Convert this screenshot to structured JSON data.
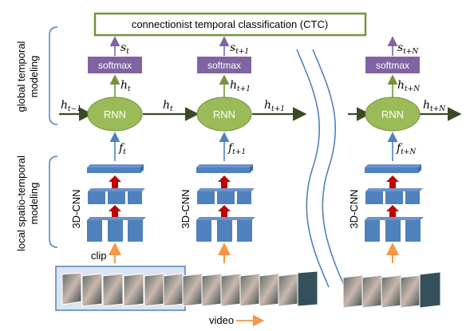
{
  "header": {
    "ctc_label": "connectionist temporal classification (CTC)"
  },
  "side_labels": {
    "global_line1": "global temporal",
    "global_line2": "modeling",
    "local_line1": "local spatio-temporal",
    "local_line2": "modeling"
  },
  "columns": [
    {
      "softmax": "softmax",
      "rnn": "RNN",
      "cnn": "3D-CNN",
      "s_main": "s",
      "s_sub": "t",
      "h_main": "h",
      "h_sub": "t",
      "f_main": "f",
      "f_sub": "t"
    },
    {
      "softmax": "softmax",
      "rnn": "RNN",
      "cnn": "3D-CNN",
      "s_main": "s",
      "s_sub": "t+1",
      "h_main": "h",
      "h_sub": "t+1",
      "f_main": "f",
      "f_sub": "t+1"
    },
    {
      "softmax": "softmax",
      "rnn": "RNN",
      "cnn": "3D-CNN",
      "s_main": "s",
      "s_sub": "t+N",
      "h_main": "h",
      "h_sub": "t+N",
      "f_main": "f",
      "f_sub": "t+N"
    }
  ],
  "flow_labels": {
    "h_in_main": "h",
    "h_in_sub": "t−1",
    "h_1_main": "h",
    "h_1_sub": "t",
    "h_2_main": "h",
    "h_2_sub": "t+1",
    "h_out_main": "h",
    "h_out_sub": "t+N"
  },
  "bottom": {
    "clip_label": "clip",
    "video_label": "video"
  },
  "colors": {
    "ctc_border": "#6f9a3d",
    "softmax_fill": "#8064a2",
    "rnn_fill": "#9bbb59",
    "cnn_fill": "#4f81bd",
    "red_arrow": "#c00000",
    "orange_arrow": "#f79646",
    "blue_arrow": "#4f81bd"
  }
}
